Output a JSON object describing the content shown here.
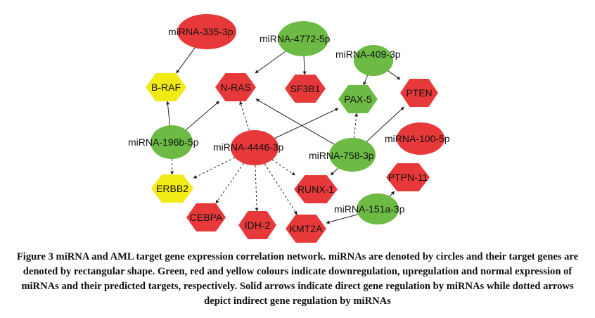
{
  "colors": {
    "downregulated": "#6dbb45",
    "upregulated": "#e8393a",
    "normal": "#f2ea15",
    "edge": "#222222"
  },
  "nodes": [
    {
      "id": "mir335",
      "label": "miRNA-335-3p",
      "kind": "mirna",
      "regulation": "upregulated"
    },
    {
      "id": "mir4772",
      "label": "miRNA-4772-5p",
      "kind": "mirna",
      "regulation": "downregulated"
    },
    {
      "id": "mir409",
      "label": "miRNA-409-3p",
      "kind": "mirna",
      "regulation": "downregulated"
    },
    {
      "id": "mir196b",
      "label": "miRNA-196b-5p",
      "kind": "mirna",
      "regulation": "downregulated"
    },
    {
      "id": "mir4446",
      "label": "miRNA-4446-3p",
      "kind": "mirna",
      "regulation": "upregulated"
    },
    {
      "id": "mir758",
      "label": "miRNA-758-3p",
      "kind": "mirna",
      "regulation": "downregulated"
    },
    {
      "id": "mir100",
      "label": "miRNA-100-5p",
      "kind": "mirna",
      "regulation": "upregulated"
    },
    {
      "id": "mir151a",
      "label": "miRNA-151a-3p",
      "kind": "mirna",
      "regulation": "downregulated"
    },
    {
      "id": "braf",
      "label": "B-RAF",
      "kind": "gene",
      "regulation": "normal"
    },
    {
      "id": "nras",
      "label": "N-RAS",
      "kind": "gene",
      "regulation": "upregulated"
    },
    {
      "id": "sf3b1",
      "label": "SF3B1",
      "kind": "gene",
      "regulation": "upregulated"
    },
    {
      "id": "pax5",
      "label": "PAX-5",
      "kind": "gene",
      "regulation": "downregulated"
    },
    {
      "id": "pten",
      "label": "PTEN",
      "kind": "gene",
      "regulation": "upregulated"
    },
    {
      "id": "erbb2",
      "label": "ERBB2",
      "kind": "gene",
      "regulation": "normal"
    },
    {
      "id": "runx1",
      "label": "RUNX-1",
      "kind": "gene",
      "regulation": "upregulated"
    },
    {
      "id": "ptpn11",
      "label": "PTPN-11",
      "kind": "gene",
      "regulation": "upregulated"
    },
    {
      "id": "cebpa",
      "label": "CEBPA",
      "kind": "gene",
      "regulation": "upregulated"
    },
    {
      "id": "idh2",
      "label": "IDH-2",
      "kind": "gene",
      "regulation": "upregulated"
    },
    {
      "id": "kmt2a",
      "label": "KMT2A",
      "kind": "gene",
      "regulation": "upregulated"
    }
  ],
  "edges": [
    {
      "from": "mir335",
      "to": "braf",
      "type": "direct"
    },
    {
      "from": "mir4772",
      "to": "nras",
      "type": "direct"
    },
    {
      "from": "mir4772",
      "to": "sf3b1",
      "type": "direct"
    },
    {
      "from": "mir409",
      "to": "pax5",
      "type": "direct"
    },
    {
      "from": "mir409",
      "to": "pten",
      "type": "direct"
    },
    {
      "from": "mir196b",
      "to": "braf",
      "type": "direct"
    },
    {
      "from": "mir196b",
      "to": "nras",
      "type": "direct"
    },
    {
      "from": "mir196b",
      "to": "erbb2",
      "type": "indirect"
    },
    {
      "from": "mir4446",
      "to": "nras",
      "type": "indirect"
    },
    {
      "from": "mir4446",
      "to": "pax5",
      "type": "direct"
    },
    {
      "from": "mir4446",
      "to": "erbb2",
      "type": "indirect"
    },
    {
      "from": "mir4446",
      "to": "cebpa",
      "type": "indirect"
    },
    {
      "from": "mir4446",
      "to": "idh2",
      "type": "indirect"
    },
    {
      "from": "mir4446",
      "to": "kmt2a",
      "type": "indirect"
    },
    {
      "from": "mir4446",
      "to": "runx1",
      "type": "indirect"
    },
    {
      "from": "mir758",
      "to": "nras",
      "type": "direct"
    },
    {
      "from": "mir758",
      "to": "pax5",
      "type": "indirect"
    },
    {
      "from": "mir758",
      "to": "pten",
      "type": "direct"
    },
    {
      "from": "mir758",
      "to": "runx1",
      "type": "direct"
    },
    {
      "from": "mir151a",
      "to": "ptpn11",
      "type": "direct"
    },
    {
      "from": "mir151a",
      "to": "kmt2a",
      "type": "direct"
    }
  ],
  "caption": "Figure 3 miRNA and AML target gene expression correlation network. miRNAs are denoted by circles and their target genes are denoted by rectangular shape. Green, red and yellow colours indicate downregulation, upregulation and normal expression of miRNAs and their predicted targets, respectively. Solid arrows indicate direct gene regulation by miRNAs while dotted arrows depict indirect gene regulation by miRNAs"
}
